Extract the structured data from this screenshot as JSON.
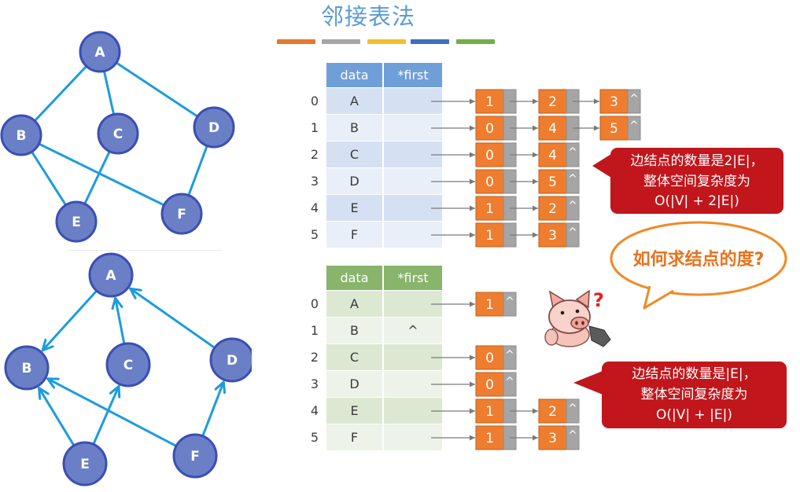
{
  "title": "邻接表法",
  "color_bar": [
    "#e8782c",
    "#a5a5a5",
    "#f2bf2e",
    "#3d6fc0",
    "#73ae48"
  ],
  "colors": {
    "title": "#5b9bd6",
    "graph_edge": "#1c9be0",
    "graph_node_fill": "#6b7fc6",
    "graph_node_stroke": "#3a4fb3",
    "node_value": "#ef7d2f",
    "node_pointer": "#a5a5a5",
    "pointer_arrow": "#7a7a7a",
    "callout_red": "#c0161c",
    "question_outline": "#f08a25",
    "question_text": "#e8721b",
    "undirected_header": "#6f9fd8",
    "undirected_row_a": "#d5e1f3",
    "undirected_row_b": "#e9eff8",
    "directed_header": "#88b46b",
    "directed_row_a": "#dde8d3",
    "directed_row_b": "#edf3e8"
  },
  "null_symbol": "^",
  "undirected_graph": {
    "nodes": [
      "A",
      "B",
      "C",
      "D",
      "E",
      "F"
    ],
    "edges": [
      [
        "A",
        "B"
      ],
      [
        "A",
        "C"
      ],
      [
        "A",
        "D"
      ],
      [
        "B",
        "E"
      ],
      [
        "B",
        "F"
      ],
      [
        "C",
        "E"
      ],
      [
        "D",
        "F"
      ]
    ]
  },
  "directed_graph": {
    "nodes": [
      "A",
      "B",
      "C",
      "D",
      "E",
      "F"
    ],
    "edges": [
      [
        "A",
        "B"
      ],
      [
        "C",
        "A"
      ],
      [
        "D",
        "A"
      ],
      [
        "E",
        "B"
      ],
      [
        "E",
        "C"
      ],
      [
        "F",
        "B"
      ],
      [
        "F",
        "D"
      ]
    ]
  },
  "undirected_table": {
    "headers": {
      "data": "data",
      "first": "*first"
    },
    "rows": [
      {
        "index": "0",
        "data": "A",
        "edges": [
          "1",
          "2",
          "3"
        ]
      },
      {
        "index": "1",
        "data": "B",
        "edges": [
          "0",
          "4",
          "5"
        ]
      },
      {
        "index": "2",
        "data": "C",
        "edges": [
          "0",
          "4"
        ]
      },
      {
        "index": "3",
        "data": "D",
        "edges": [
          "0",
          "5"
        ]
      },
      {
        "index": "4",
        "data": "E",
        "edges": [
          "1",
          "2"
        ]
      },
      {
        "index": "5",
        "data": "F",
        "edges": [
          "1",
          "3"
        ]
      }
    ]
  },
  "directed_table": {
    "headers": {
      "data": "data",
      "first": "*first"
    },
    "rows": [
      {
        "index": "0",
        "data": "A",
        "edges": [
          "1"
        ]
      },
      {
        "index": "1",
        "data": "B",
        "first": "^",
        "edges": []
      },
      {
        "index": "2",
        "data": "C",
        "edges": [
          "0"
        ]
      },
      {
        "index": "3",
        "data": "D",
        "edges": [
          "0"
        ]
      },
      {
        "index": "4",
        "data": "E",
        "edges": [
          "1",
          "2"
        ]
      },
      {
        "index": "5",
        "data": "F",
        "edges": [
          "1",
          "3"
        ]
      }
    ]
  },
  "callout_undirected": {
    "lines": [
      "边结点的数量是2|E|，",
      "整体空间复杂度为",
      "O(|V| + 2|E|)"
    ]
  },
  "question_bubble": {
    "text": "如何求结点的度?"
  },
  "pig": {
    "mark": "?"
  },
  "callout_directed": {
    "lines": [
      "边结点的数量是|E|，",
      "整体空间复杂度为",
      "O(|V| + |E|)"
    ]
  }
}
